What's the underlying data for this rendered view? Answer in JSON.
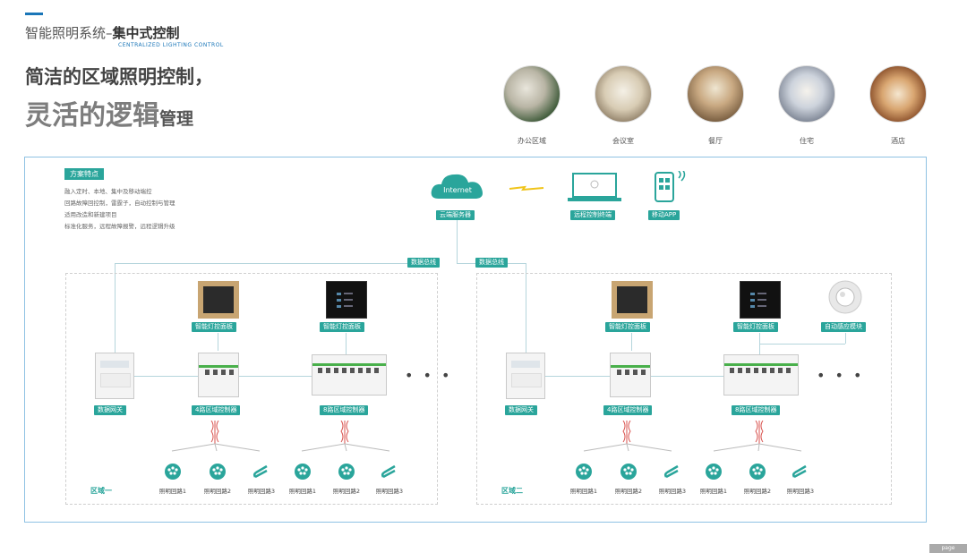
{
  "header": {
    "title_prefix": "智能照明系统",
    "title_dash": "–",
    "title_bold": "集中式控制",
    "subtitle": "CENTRALIZED LIGHTING CONTROL",
    "headline_line1": "简洁的区域照明控制，",
    "headline_line2_big": "灵活的逻辑",
    "headline_line2_small": "管理"
  },
  "scenes": [
    {
      "label": "办公区域"
    },
    {
      "label": "会议室"
    },
    {
      "label": "餐厅"
    },
    {
      "label": "住宅"
    },
    {
      "label": "酒店"
    }
  ],
  "features": {
    "title": "方案特点",
    "items": [
      "融入定时、本地、集中及移动端控",
      "回路故障回控制，雷霆子，自动控制与管理",
      "适用改造和新建项目",
      "标准化服务，远程故障报警，远程逻辑升级"
    ]
  },
  "cloud": {
    "text": "Internet",
    "label": "云端服务器"
  },
  "remote": {
    "label": "远程控制终端"
  },
  "mobile": {
    "label": "移动APP"
  },
  "bus_label": "数据总线",
  "zones": [
    {
      "name": "区域一",
      "panels": [
        "智能灯控面板",
        "智能灯控面板"
      ],
      "gateway": "数据网关",
      "ctrl4": "4路区域控制器",
      "ctrl8": "8路区域控制器",
      "more": "• • •",
      "loops": [
        "照明回路1",
        "照明回路2",
        "照明回路3",
        "照明回路1",
        "照明回路2",
        "照明回路3"
      ]
    },
    {
      "name": "区域二",
      "panels": [
        "智能灯控面板",
        "智能灯控面板"
      ],
      "sensor": "自动感应模块",
      "gateway": "数据网关",
      "ctrl4": "4路区域控制器",
      "ctrl8": "8路区域控制器",
      "more": "• • •",
      "loops": [
        "照明回路1",
        "照明回路2",
        "照明回路3",
        "照明回路1",
        "照明回路2",
        "照明回路3"
      ]
    }
  ],
  "footer": "page",
  "colors": {
    "accent": "#1a76b8",
    "teal": "#2aa59b",
    "frame": "#8fc2e3"
  }
}
